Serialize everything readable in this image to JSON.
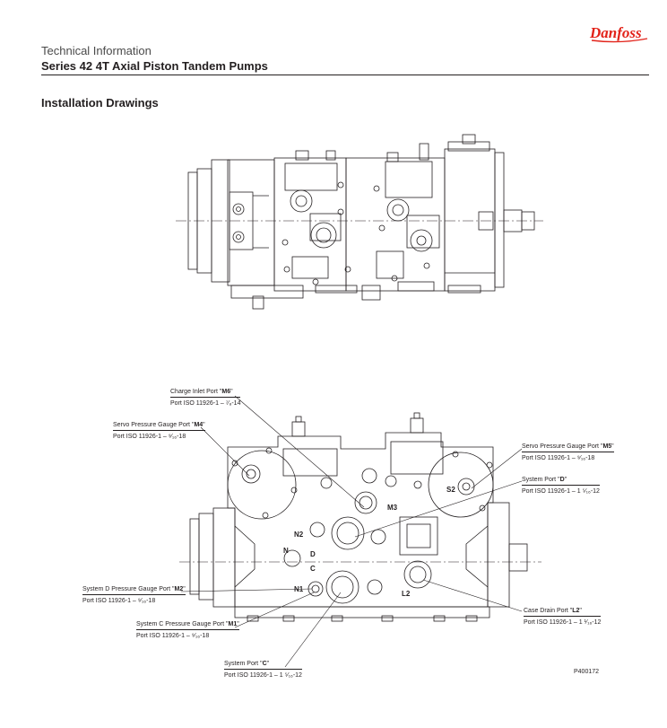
{
  "header": {
    "category": "Technical Information",
    "title": "Series 42 4T Axial Piston Tandem Pumps",
    "brand": "Danfoss"
  },
  "section_title": "Installation Drawings",
  "callouts": [
    {
      "id": "m6",
      "title": "Charge Inlet Port ",
      "port": "M6",
      "spec": "Port ISO 11926-1 – ⁷⁄₈-14"
    },
    {
      "id": "m4",
      "title": "Servo Pressure Gauge Port ",
      "port": "M4",
      "spec": "Port ISO 11926-1 – ⁹⁄₁₆-18"
    },
    {
      "id": "m5",
      "title": "Servo Pressure Gauge Port ",
      "port": "M5",
      "spec": "Port ISO 11926-1 – ⁹⁄₁₆-18"
    },
    {
      "id": "d",
      "title": "System Port ",
      "port": "D",
      "spec": "Port ISO 11926-1 – 1 ⁵⁄₁₆-12"
    },
    {
      "id": "m2",
      "title": "System D Pressure Gauge Port ",
      "port": "M2",
      "spec": "Port ISO 11926-1 – ⁹⁄₁₆-18"
    },
    {
      "id": "l2",
      "title": "Case Drain Port ",
      "port": "L2",
      "spec": "Port ISO 11926-1 – 1 ¹⁄₁₆-12"
    },
    {
      "id": "m1",
      "title": "System C Pressure Gauge Port ",
      "port": "M1",
      "spec": "Port ISO 11926-1 – ⁹⁄₁₆-18"
    },
    {
      "id": "c",
      "title": "System Port ",
      "port": "C",
      "spec": "Port ISO 11926-1 – 1 ⁵⁄₁₆-12"
    }
  ],
  "drawing_labels": {
    "n2": "N2",
    "n1": "N1",
    "m3": "M3",
    "l2": "L2",
    "s2": "S2",
    "d": "D",
    "c": "C",
    "n": "N"
  },
  "figure_ref": "P400172"
}
